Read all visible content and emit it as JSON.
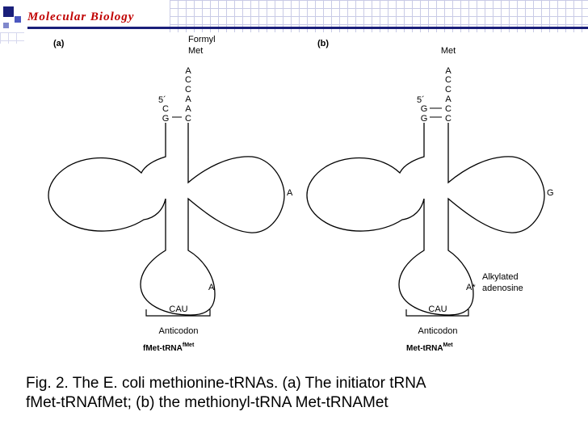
{
  "header": {
    "title": "Molecular Biology"
  },
  "panels": [
    {
      "label": "(a)",
      "top_label_line1": "Formyl",
      "top_label_line2": "Met",
      "acceptor_stem_3prime": [
        "A",
        "C",
        "C",
        "A",
        "A",
        "C"
      ],
      "five_prime": "5´",
      "stem_5prime": [
        "C",
        "G"
      ],
      "loop_nucleotide": "A",
      "anticodon_position_nucleotide": "A",
      "anticodon": "CAU",
      "anticodon_label": "Anticodon",
      "name": "fMet-tRNA",
      "name_superscript": "fMet"
    },
    {
      "label": "(b)",
      "top_label_line1": "Met",
      "acceptor_stem_3prime": [
        "A",
        "C",
        "C",
        "A",
        "C",
        "C"
      ],
      "five_prime": "5´",
      "stem_5prime": [
        "G",
        "G"
      ],
      "loop_nucleotide": "G",
      "anticodon_position_nucleotide": "A*",
      "modification_line1": "Alkylated",
      "modification_line2": "adenosine",
      "anticodon": "CAU",
      "anticodon_label": "Anticodon",
      "name": "Met-tRNA",
      "name_superscript": "Met"
    }
  ],
  "caption": {
    "line1": "Fig. 2. The E. coli methionine-tRNAs. (a) The initiator tRNA",
    "line2": "fMet-tRNAfMet; (b) the methionyl-tRNA Met-tRNAMet"
  }
}
